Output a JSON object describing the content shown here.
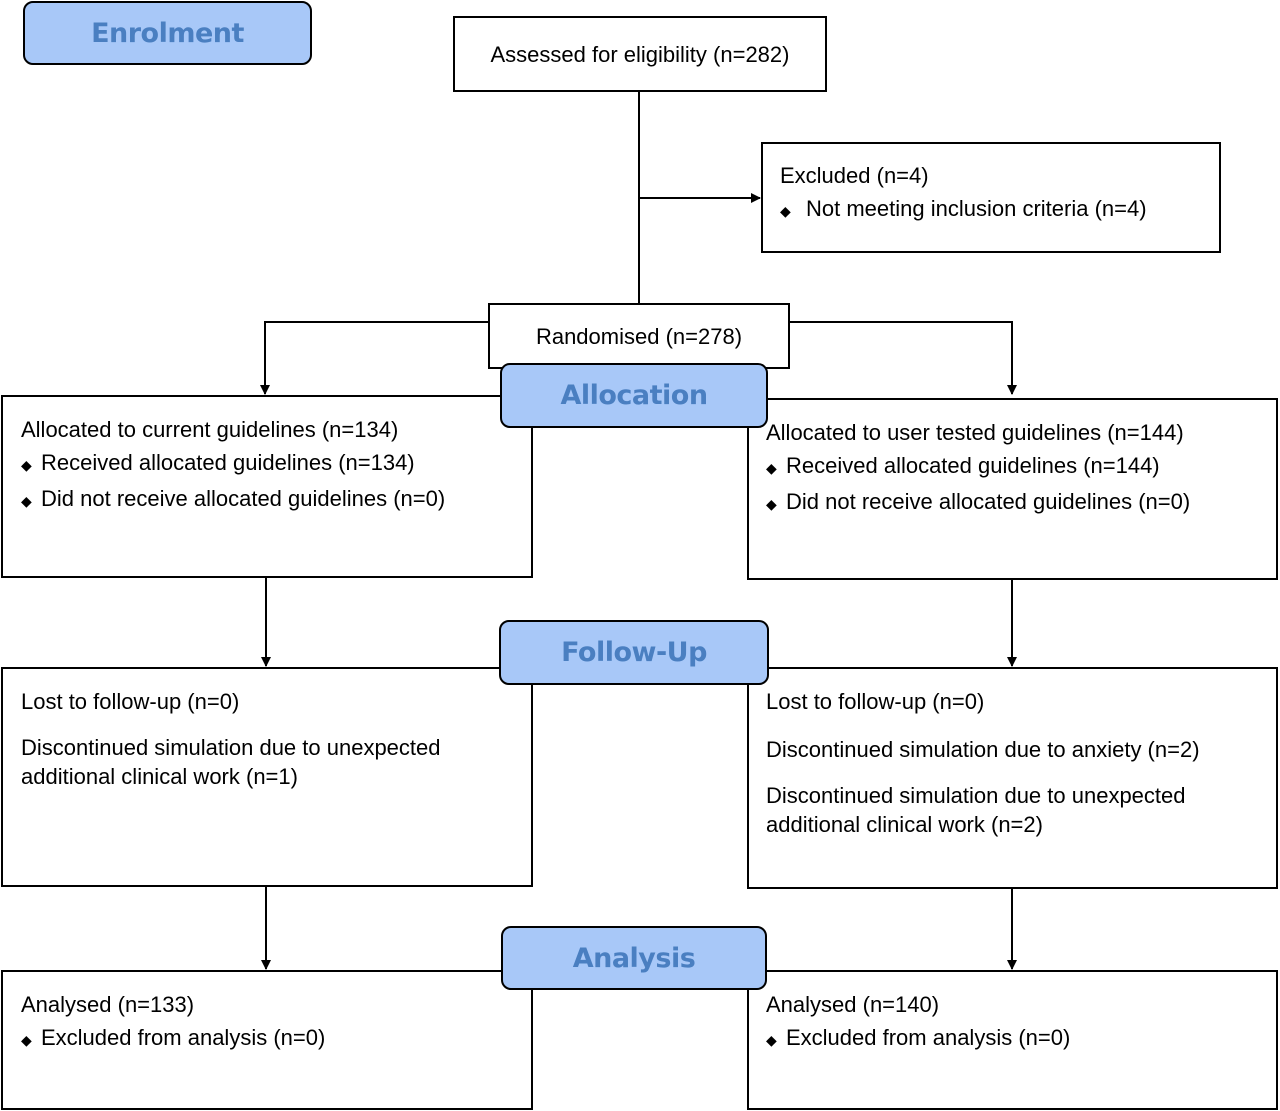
{
  "phases": {
    "enrolment": "Enrolment",
    "allocation": "Allocation",
    "followup": "Follow-Up",
    "analysis": "Analysis"
  },
  "assessed": "Assessed for eligibility (n=282)",
  "excluded": {
    "title": "Excluded (n=4)",
    "bullets": [
      "Not meeting inclusion criteria (n=4)"
    ]
  },
  "randomised": "Randomised (n=278)",
  "left": {
    "allocation": {
      "title": "Allocated to current guidelines (n=134)",
      "bullets": [
        "Received allocated guidelines (n=134)",
        "Did not receive allocated guidelines (n=0)"
      ]
    },
    "followup": {
      "lost": "Lost to follow-up (n=0)",
      "discontinued": [
        "Discontinued simulation due to unexpected",
        "additional clinical work (n=1)"
      ]
    },
    "analysis": {
      "title": "Analysed (n=133)",
      "bullets": [
        "Excluded from analysis (n=0)"
      ]
    }
  },
  "right": {
    "allocation": {
      "title": "Allocated to user tested guidelines (n=144)",
      "bullets": [
        "Received allocated guidelines (n=144)",
        "Did not receive allocated guidelines (n=0)"
      ]
    },
    "followup": {
      "lost": "Lost to follow-up (n=0)",
      "anxiety": "Discontinued simulation due to anxiety (n=2)",
      "discontinued": [
        "Discontinued simulation due to unexpected",
        "additional clinical work (n=2)"
      ]
    },
    "analysis": {
      "title": "Analysed (n=140)",
      "bullets": [
        "Excluded from analysis (n=0)"
      ]
    }
  },
  "bullet_symbol": "◆",
  "colors": {
    "phase_fill": "#a8c8f8",
    "phase_text": "#4a7fc1"
  }
}
